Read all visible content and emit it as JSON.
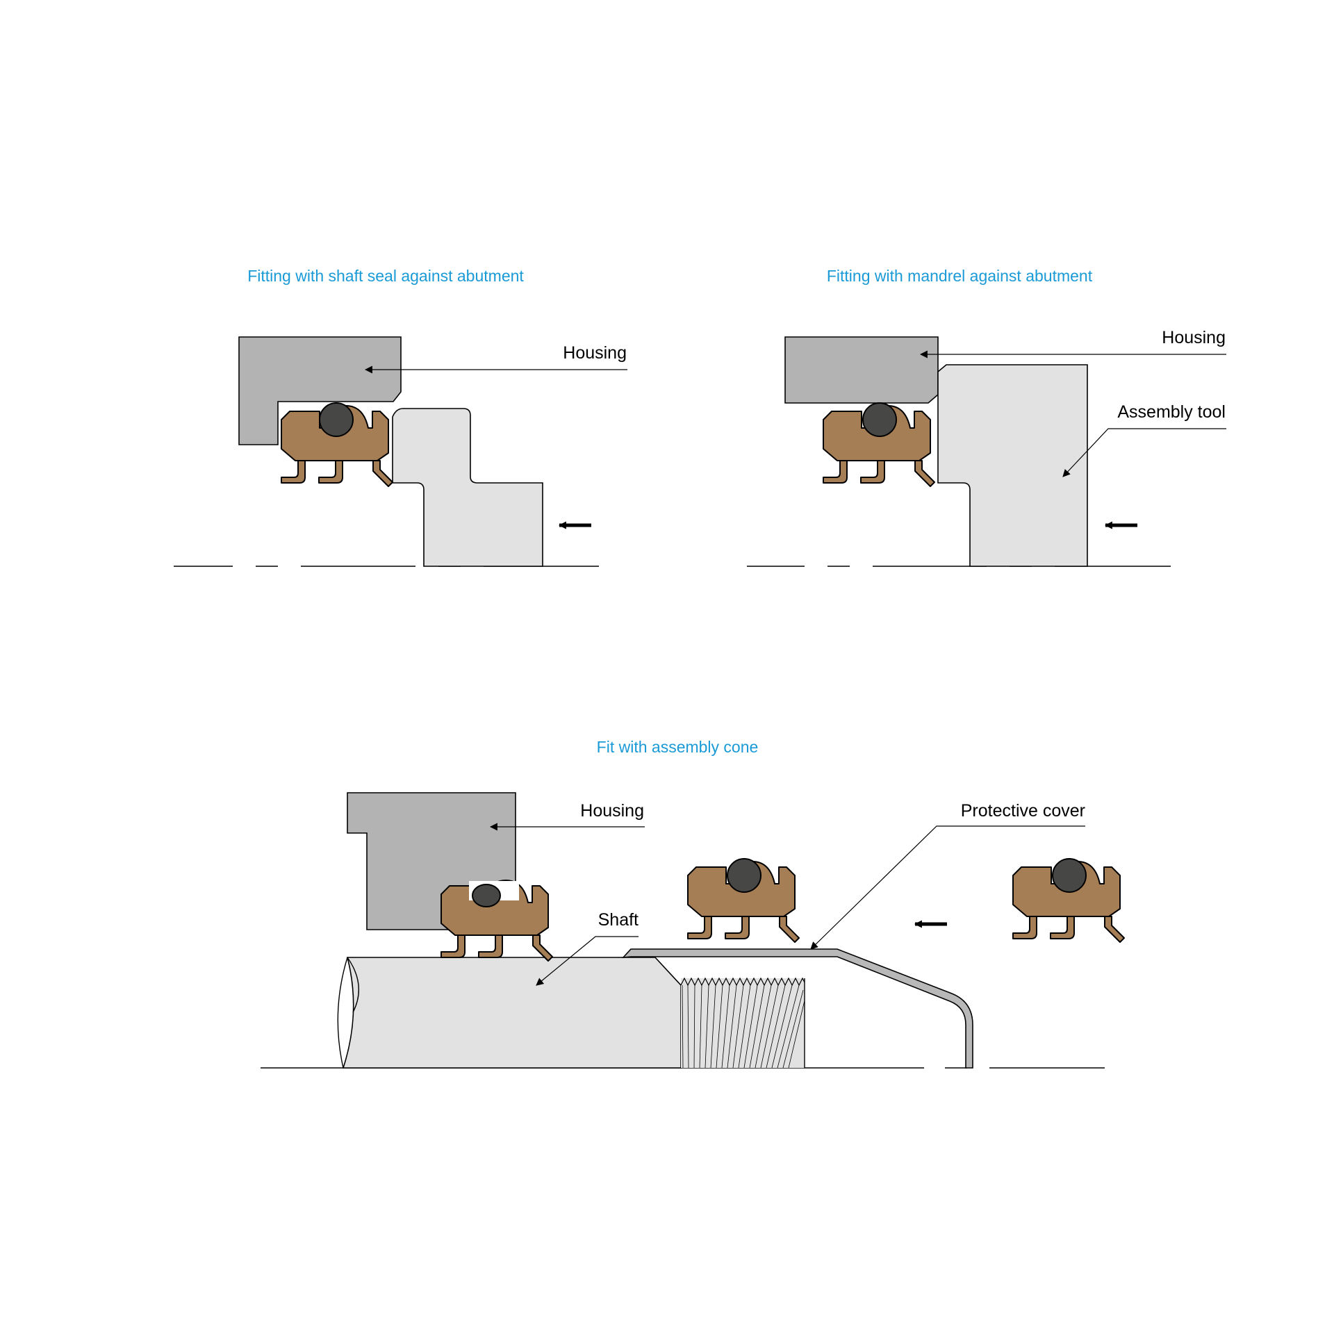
{
  "colors": {
    "title": "#1a9ad6",
    "housing": "#b2b3b2",
    "tool": "#e2e2e2",
    "seal": "#a67e55",
    "oring": "#474845",
    "line": "#000000",
    "cover": "#b8b8b8"
  },
  "panels": {
    "abutment_seal": {
      "title": "Fitting with shaft seal against abutment",
      "housing_label": "Housing"
    },
    "abutment_mandrel": {
      "title": "Fitting with mandrel against abutment",
      "housing_label": "Housing",
      "tool_label": "Assembly tool"
    },
    "cone": {
      "title": "Fit with assembly cone",
      "housing_label": "Housing",
      "cover_label": "Protective cover",
      "shaft_label": "Shaft"
    }
  }
}
